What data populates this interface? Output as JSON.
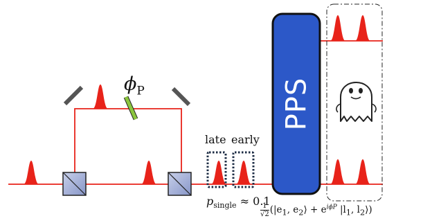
{
  "labels": {
    "phase": "ϕ",
    "phase_sub": "P",
    "late": "late",
    "early": "early",
    "prob_p": "p",
    "prob_sub": "single",
    "prob_rest": " ≈ 0.1",
    "state_num": "1",
    "state_den": "√2",
    "state_a": "(|e",
    "state_b": "1",
    "state_c": ", e",
    "state_d": "2",
    "state_e": "⟩ + e",
    "state_exp": "iϕP",
    "state_f": " |l",
    "state_g": "1",
    "state_h": ", l",
    "state_i": "2",
    "state_j": "⟩)",
    "pps": "PPS"
  },
  "icons": {
    "ghost": "ghost-icon",
    "beamsplitter": "beamsplitter-icon",
    "mirror": "mirror-icon",
    "phase_plate": "phase-plate-icon"
  },
  "colors": {
    "beam": "#e8231a",
    "pulse": "#e8231a",
    "pps_fill": "#2c58c8",
    "pps_stroke": "#111111",
    "beamsplitter_fill": "#a9b5da",
    "phase_plate": "#8bc63e",
    "mirror": "#555555",
    "dotted_box": "#1c2c44"
  }
}
